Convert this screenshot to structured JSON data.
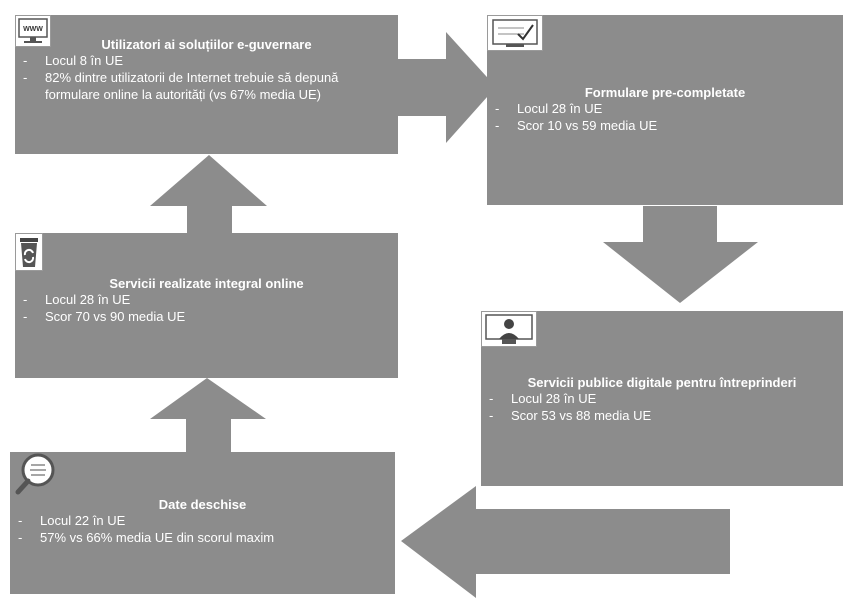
{
  "boxes": [
    {
      "title": "Utilizatori ai soluțiilor e-guvernare",
      "items": [
        "Locul 8 în UE",
        "82% dintre utilizatorii de Internet trebuie să depună formulare online la autorități (vs 67% media UE)"
      ],
      "icon": "monitor-www-icon",
      "icon_text": "WWW"
    },
    {
      "title": "Formulare pre-completate",
      "items": [
        "Locul 28 în UE",
        "Scor 10 vs 59 media UE"
      ],
      "icon": "form-check-icon"
    },
    {
      "title": "Servicii publice digitale pentru întreprinderi",
      "items": [
        "Locul 28 în UE",
        "Scor 53 vs 88 media UE"
      ],
      "icon": "business-person-icon"
    },
    {
      "title": "Servicii realizate integral online",
      "items": [
        "Locul 28 în UE",
        "Scor 70 vs 90 media UE"
      ],
      "icon": "recycle-bin-icon"
    },
    {
      "title": "Date deschise",
      "items": [
        "Locul 22 în UE",
        "57% vs 66% media UE din scorul maxim"
      ],
      "icon": "magnifier-data-icon"
    }
  ],
  "colors": {
    "box": "#8c8c8c",
    "text": "#ffffff",
    "arrow": "#8c8c8c"
  }
}
